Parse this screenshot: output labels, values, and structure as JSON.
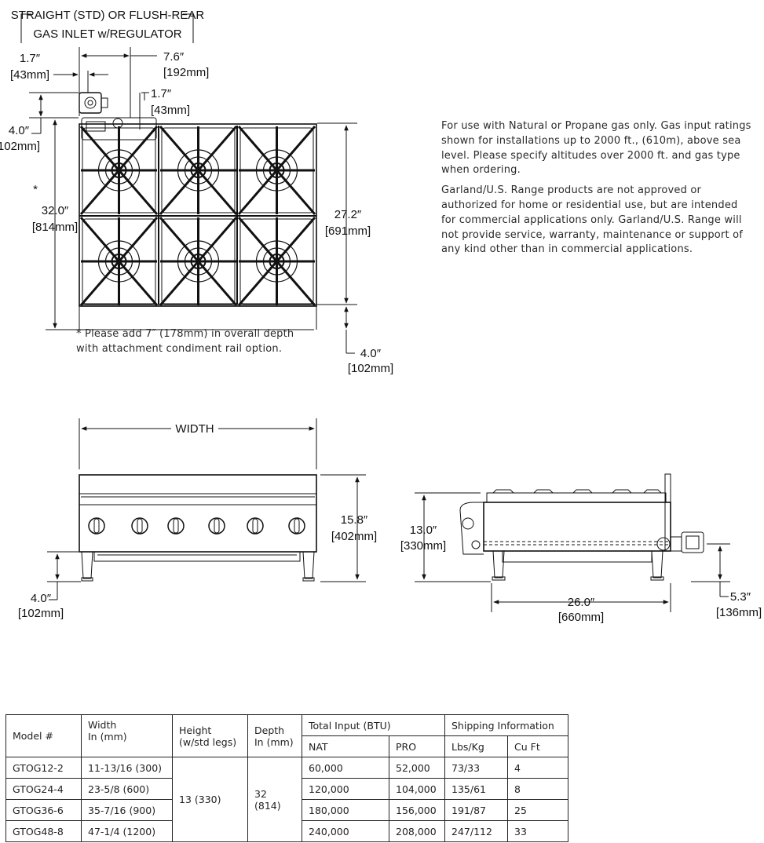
{
  "top_view": {
    "inlet_label_line1": "STRAIGHT (STD) OR FLUSH-REAR",
    "inlet_label_line2": "GAS INLET w/REGULATOR",
    "dim_a_in": "1.7″",
    "dim_a_mm": "[43mm]",
    "dim_b_in": "7.6″",
    "dim_b_mm": "[192mm]",
    "dim_c_in": "1.7″",
    "dim_c_mm": "[43mm]",
    "dim_d_in": "4.0″",
    "dim_d_mm": "102mm]",
    "star": "*",
    "dim_e_in": "32.0″",
    "dim_e_mm": "[814mm]",
    "dim_f_in": "27.2″",
    "dim_f_mm": "[691mm]",
    "dim_g_in": "4.0″",
    "dim_g_mm": "[102mm]",
    "depth_note": "* Please add 7″ (178mm) in overall depth with attachment condiment rail option."
  },
  "notes": {
    "p1": "For use with Natural or Propane gas only. Gas input ratings shown for installations up to 2000 ft., (610m), above sea level. Please specify altitudes over 2000 ft. and gas type when ordering.",
    "p2": "Garland/U.S. Range products are not approved or authorized for home or residential use, but are intended for commercial applications only. Garland/U.S. Range will not provide service, warranty, maintenance or support of any kind other than in commercial applications."
  },
  "front_view": {
    "width_label": "WIDTH",
    "height_in": "15.8″",
    "height_mm": "[402mm]",
    "leg_in": "4.0″",
    "leg_mm": "[102mm]"
  },
  "side_view": {
    "height_in": "13.0″",
    "height_mm": "[330mm]",
    "depth_in": "26.0″",
    "depth_mm": "[660mm]",
    "inlet_in": "5.3″",
    "inlet_mm": "[136mm]"
  },
  "table": {
    "h_model": "Model #",
    "h_width_1": "Width",
    "h_width_2": "In (mm)",
    "h_height_1": "Height",
    "h_height_2": "(w/std legs)",
    "h_depth_1": "Depth",
    "h_depth_2": "In (mm)",
    "h_input": "Total Input (BTU)",
    "h_ship": "Shipping Information",
    "h_nat": "NAT",
    "h_pro": "PRO",
    "h_lbs": "Lbs/Kg",
    "h_cuft": "Cu Ft",
    "height_value": "13 (330)",
    "depth_value": "32 (814)",
    "rows": [
      {
        "model": "GTOG12-2",
        "width": "11-13/16 (300)",
        "nat": "60,000",
        "pro": "52,000",
        "lbs": "73/33",
        "cuft": "4"
      },
      {
        "model": "GTOG24-4",
        "width": "23-5/8 (600)",
        "nat": "120,000",
        "pro": "104,000",
        "lbs": "135/61",
        "cuft": "8"
      },
      {
        "model": "GTOG36-6",
        "width": "35-7/16 (900)",
        "nat": "180,000",
        "pro": "156,000",
        "lbs": "191/87",
        "cuft": "25"
      },
      {
        "model": "GTOG48-8",
        "width": "47-1/4 (1200)",
        "nat": "240,000",
        "pro": "208,000",
        "lbs": "247/112",
        "cuft": "33"
      }
    ]
  }
}
